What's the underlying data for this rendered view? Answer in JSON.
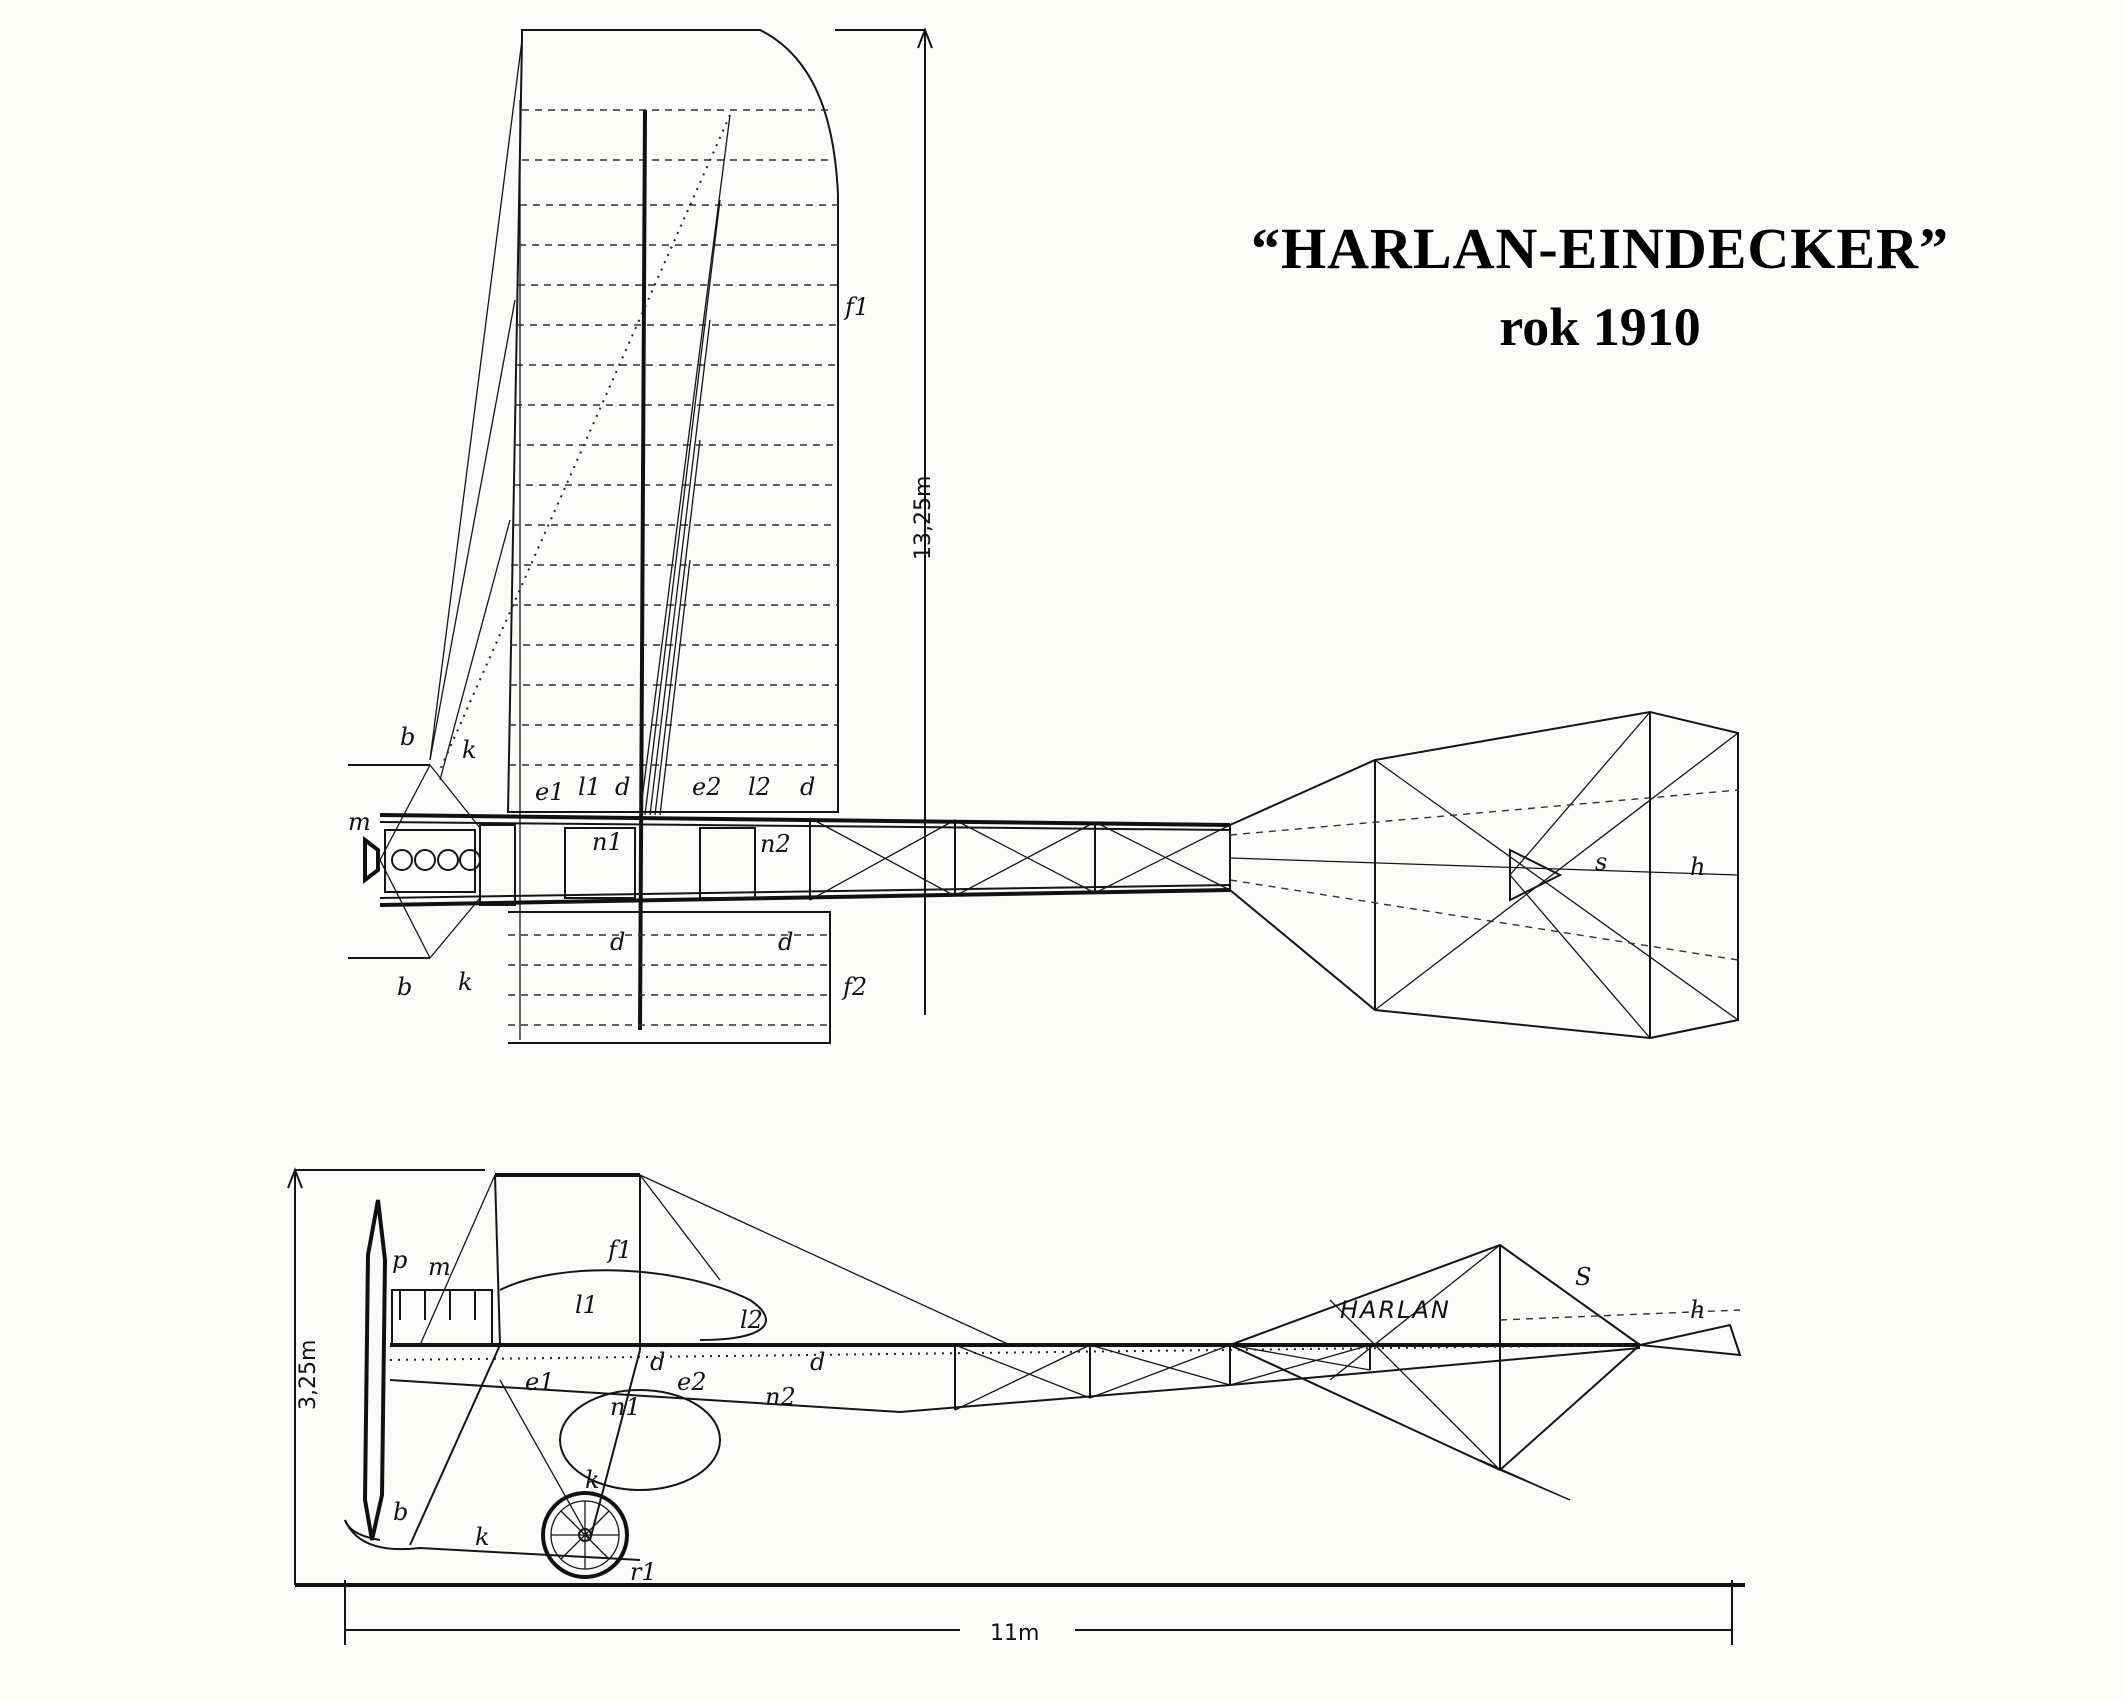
{
  "title": {
    "main": "“HARLAN-EINDECKER”",
    "sub": "rok 1910"
  },
  "dimensions": {
    "span": "13,25m",
    "height": "3,25m",
    "length": "11m"
  },
  "side_lettering": "HARLAN",
  "top_view_labels": {
    "b_top": "b",
    "k_top": "k",
    "m": "m",
    "e1": "e1",
    "l1": "l1",
    "d1": "d",
    "e2": "e2",
    "l2": "l2",
    "d2": "d",
    "n1": "n1",
    "n2": "n2",
    "d3": "d",
    "d4": "d",
    "b_bottom": "b",
    "k_bottom": "k",
    "f1": "f1",
    "f2": "f2",
    "s": "s",
    "h": "h"
  },
  "side_view_labels": {
    "p": "p",
    "m": "m",
    "f1": "f1",
    "l1": "l1",
    "l2": "l2",
    "d": "d",
    "d2": "d",
    "e1": "e1",
    "e2": "e2",
    "n1": "n1",
    "n2": "n2",
    "b": "b",
    "k": "k",
    "k2": "k",
    "r1": "r1",
    "s": "S",
    "h": "h"
  }
}
